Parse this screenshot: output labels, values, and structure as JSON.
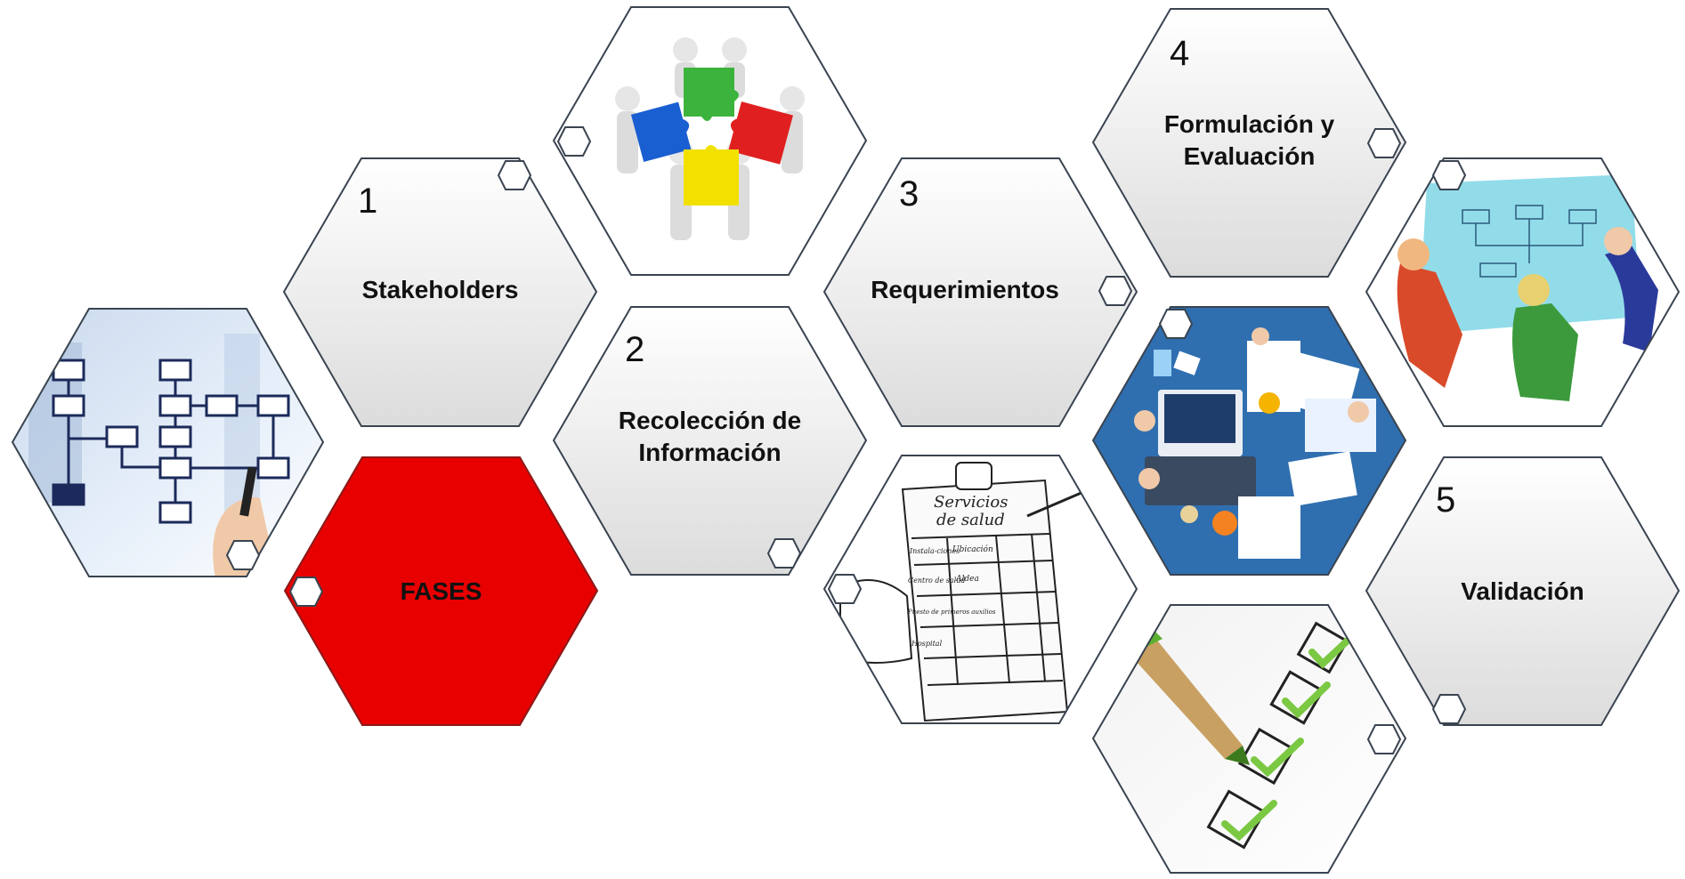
{
  "center": {
    "label": "FASES",
    "color": "#e80000"
  },
  "steps": [
    {
      "number": "1",
      "label": "Stakeholders"
    },
    {
      "number": "2",
      "label": "Recolección de Información"
    },
    {
      "number": "3",
      "label": "Requerimientos"
    },
    {
      "number": "4",
      "label": "Formulación y Evaluación"
    },
    {
      "number": "5",
      "label": "Validación"
    }
  ],
  "pictures": {
    "flowchart": {
      "lines": []
    },
    "puzzle": {},
    "clipboard": {
      "title_line1": "Servicios",
      "title_line2": "de salud",
      "col_headers": [
        "Instala-ciones",
        "Ubicación"
      ],
      "rows": [
        "Centro de salud",
        "Puesto de primeros auxilios",
        "Hospital"
      ],
      "cell": "Aldea"
    },
    "office": {},
    "checklist": {},
    "sketch": {}
  },
  "colors": {
    "hex_border": "#3a4450",
    "text": "#111111",
    "accent_red": "#e80000"
  }
}
